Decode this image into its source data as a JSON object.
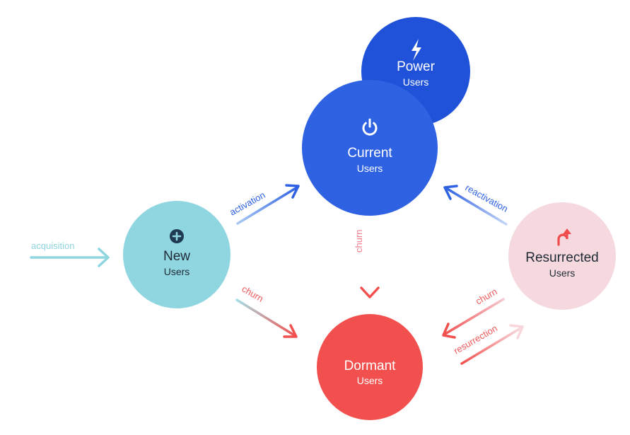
{
  "nodes": {
    "power": {
      "title": "Power",
      "subtitle": "Users",
      "icon": "lightning-bolt-icon"
    },
    "current": {
      "title": "Current",
      "subtitle": "Users",
      "icon": "power-icon"
    },
    "new": {
      "title": "New",
      "subtitle": "Users",
      "icon": "plus-circle-icon"
    },
    "resurrected": {
      "title": "Resurrected",
      "subtitle": "Users",
      "icon": "curved-up-arrow-icon"
    },
    "dormant": {
      "title": "Dormant",
      "subtitle": "Users",
      "icon": ""
    }
  },
  "edges": {
    "acquisition": {
      "label": "acquisition"
    },
    "activation": {
      "label": "activation"
    },
    "reactivation": {
      "label": "reactivation"
    },
    "churn_current": {
      "label": "churn"
    },
    "churn_new": {
      "label": "churn"
    },
    "churn_resurrected": {
      "label": "churn"
    },
    "resurrection": {
      "label": "resurrection"
    }
  },
  "colors": {
    "blue": "#2f62e3",
    "blue_dark": "#1f52d8",
    "teal": "#8fd6e0",
    "teal_text": "#8dd4df",
    "pink": "#f6d9de",
    "red": "#f2504f",
    "red_text": "#ef5a5b"
  }
}
